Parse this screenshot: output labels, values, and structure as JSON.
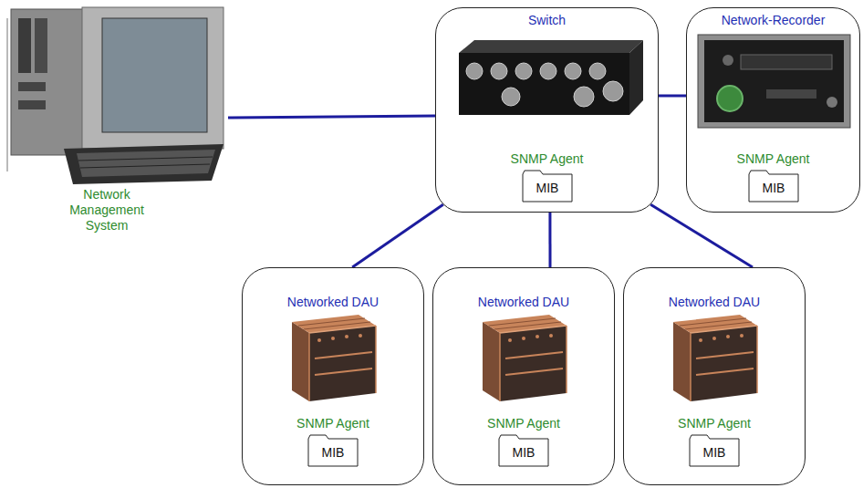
{
  "diagram": {
    "nodes": [
      {
        "text": [
          "Network Management System"
        ]
      },
      {
        "text": [
          "Switch",
          "SNMP Agent"
        ]
      },
      {
        "text": [
          "MIB"
        ],
        "in": 1
      },
      {
        "text": [
          "Network-Recorder",
          "SNMP Agent"
        ]
      },
      {
        "text": [
          "MIB"
        ],
        "in": 3
      },
      {
        "text": [
          "Networked DAU",
          "SNMP Agent"
        ]
      },
      {
        "text": [
          "MIB"
        ],
        "in": 5
      },
      {
        "text": [
          "Networked DAU",
          "SNMP Agent"
        ]
      },
      {
        "text": [
          "MIB"
        ],
        "in": 7
      },
      {
        "text": [
          "Networked DAU",
          "SNMP Agent"
        ]
      },
      {
        "text": [
          "MIB"
        ],
        "in": 9
      }
    ],
    "edges": [
      {
        "from": 0,
        "to": 1,
        "arrow": "none"
      },
      {
        "from": 1,
        "to": 3,
        "arrow": "none"
      },
      {
        "from": 1,
        "to": 5,
        "arrow": "none"
      },
      {
        "from": 1,
        "to": 7,
        "arrow": "none"
      },
      {
        "from": 1,
        "to": 9,
        "arrow": "none"
      }
    ]
  }
}
